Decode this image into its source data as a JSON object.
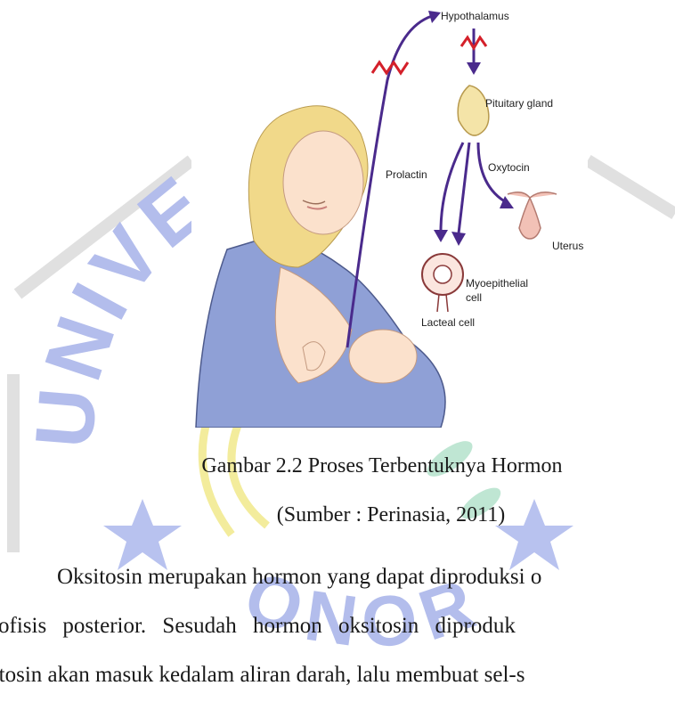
{
  "figure": {
    "labels": {
      "hypothalamus": "Hypothalamus",
      "pituitary": "Pituitary gland",
      "prolactin": "Prolactin",
      "oxytocin": "Oxytocin",
      "uterus": "Uterus",
      "myoepithelial_1": "Myoepithelial",
      "myoepithelial_2": "cell",
      "lacteal": "Lacteal cell"
    }
  },
  "caption": {
    "title": "Gambar 2.2 Proses Terbentuknya Hormon",
    "source": "(Sumber : Perinasia, 2011)"
  },
  "paragraph": {
    "line1": "Oksitosin merupakan hormon yang dapat diproduksi o",
    "line2": "ofisis posterior. Sesudah hormon oksitosin diproduk",
    "line3": "sitosin akan masuk kedalam aliran darah, lalu membuat sel-s"
  },
  "watermark": {
    "text": "UNIVERSITAS MUHAMMADIYAH PONOROGO",
    "color": "#a9b4e6"
  },
  "colors": {
    "arrow": "#4a2a8c",
    "signal": "#d4202a",
    "blanket": "#8fa0d6",
    "hair": "#f1d98a",
    "skin": "#fbe1cc"
  }
}
